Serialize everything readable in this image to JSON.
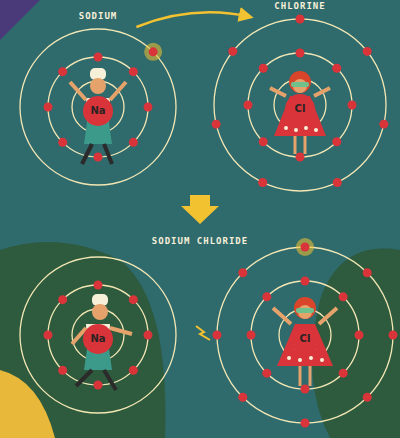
{
  "diagram": {
    "nodes": [
      {
        "text": [
          "SODIUM",
          "Na"
        ]
      },
      {
        "text": [
          "CHLORINE",
          "Cl"
        ]
      },
      {
        "text": [
          "Na"
        ]
      },
      {
        "text": [
          "Cl"
        ]
      }
    ],
    "edges": [
      {
        "from": 0,
        "to": 1,
        "arrow": "to"
      }
    ],
    "labels": [
      "SODIUM CHLORIDE"
    ]
  }
}
